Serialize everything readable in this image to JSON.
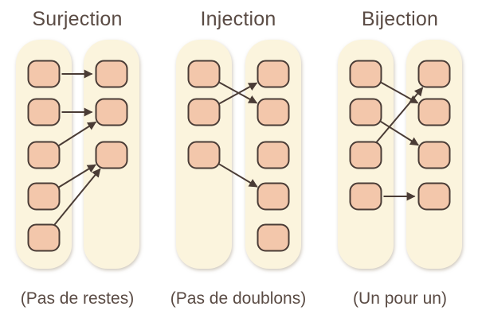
{
  "background": "#ffffff",
  "colors": {
    "column_fill": "#fbf4dd",
    "node_fill": "#f3c7ab",
    "node_border": "#4a3c36",
    "arrow": "#4a3c36",
    "text": "#5a4b44",
    "column_shadow": "#9c8f78"
  },
  "panels": [
    {
      "id": "surjection",
      "title": "Surjection",
      "caption": "(Pas de restes)",
      "left_rows": [
        1,
        2,
        3,
        4,
        5
      ],
      "right_rows": [
        1,
        2,
        3
      ],
      "edges": [
        [
          1,
          1
        ],
        [
          2,
          2
        ],
        [
          3,
          2
        ],
        [
          4,
          3
        ],
        [
          5,
          3
        ]
      ]
    },
    {
      "id": "injection",
      "title": "Injection",
      "caption": "(Pas de doublons)",
      "left_rows": [
        1,
        2,
        3
      ],
      "right_rows": [
        1,
        2,
        3,
        4,
        5
      ],
      "edges": [
        [
          1,
          2
        ],
        [
          2,
          1
        ],
        [
          3,
          4
        ]
      ]
    },
    {
      "id": "bijection",
      "title": "Bijection",
      "caption": "(Un pour un)",
      "left_rows": [
        1,
        2,
        3,
        4
      ],
      "right_rows": [
        1,
        2,
        3,
        4
      ],
      "edges": [
        [
          1,
          2
        ],
        [
          2,
          3
        ],
        [
          3,
          1
        ],
        [
          4,
          4
        ]
      ]
    }
  ]
}
